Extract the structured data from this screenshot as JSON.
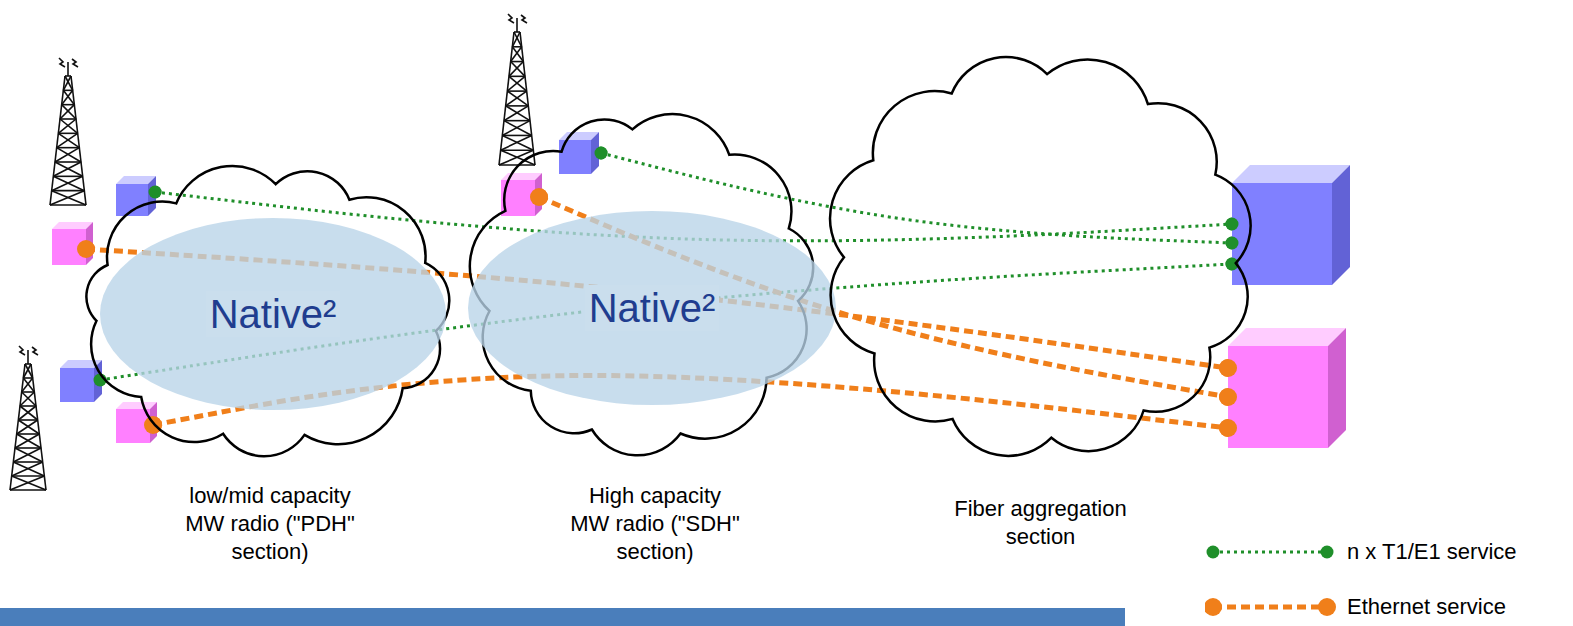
{
  "diagram": {
    "nodes": [
      {
        "text": [
          "low/mid capacity MW radio (\"PDH\" section)"
        ]
      },
      {
        "text": [
          "Native²"
        ],
        "in": 0
      },
      {
        "text": [
          "High capacity MW radio (\"SDH\" section)"
        ]
      },
      {
        "text": [
          "Native²"
        ],
        "in": 2
      },
      {
        "text": [
          "Fiber aggregation section"
        ]
      }
    ],
    "legend": [
      {
        "text": "n x T1/E1 service"
      },
      {
        "text": "Ethernet service"
      }
    ]
  }
}
